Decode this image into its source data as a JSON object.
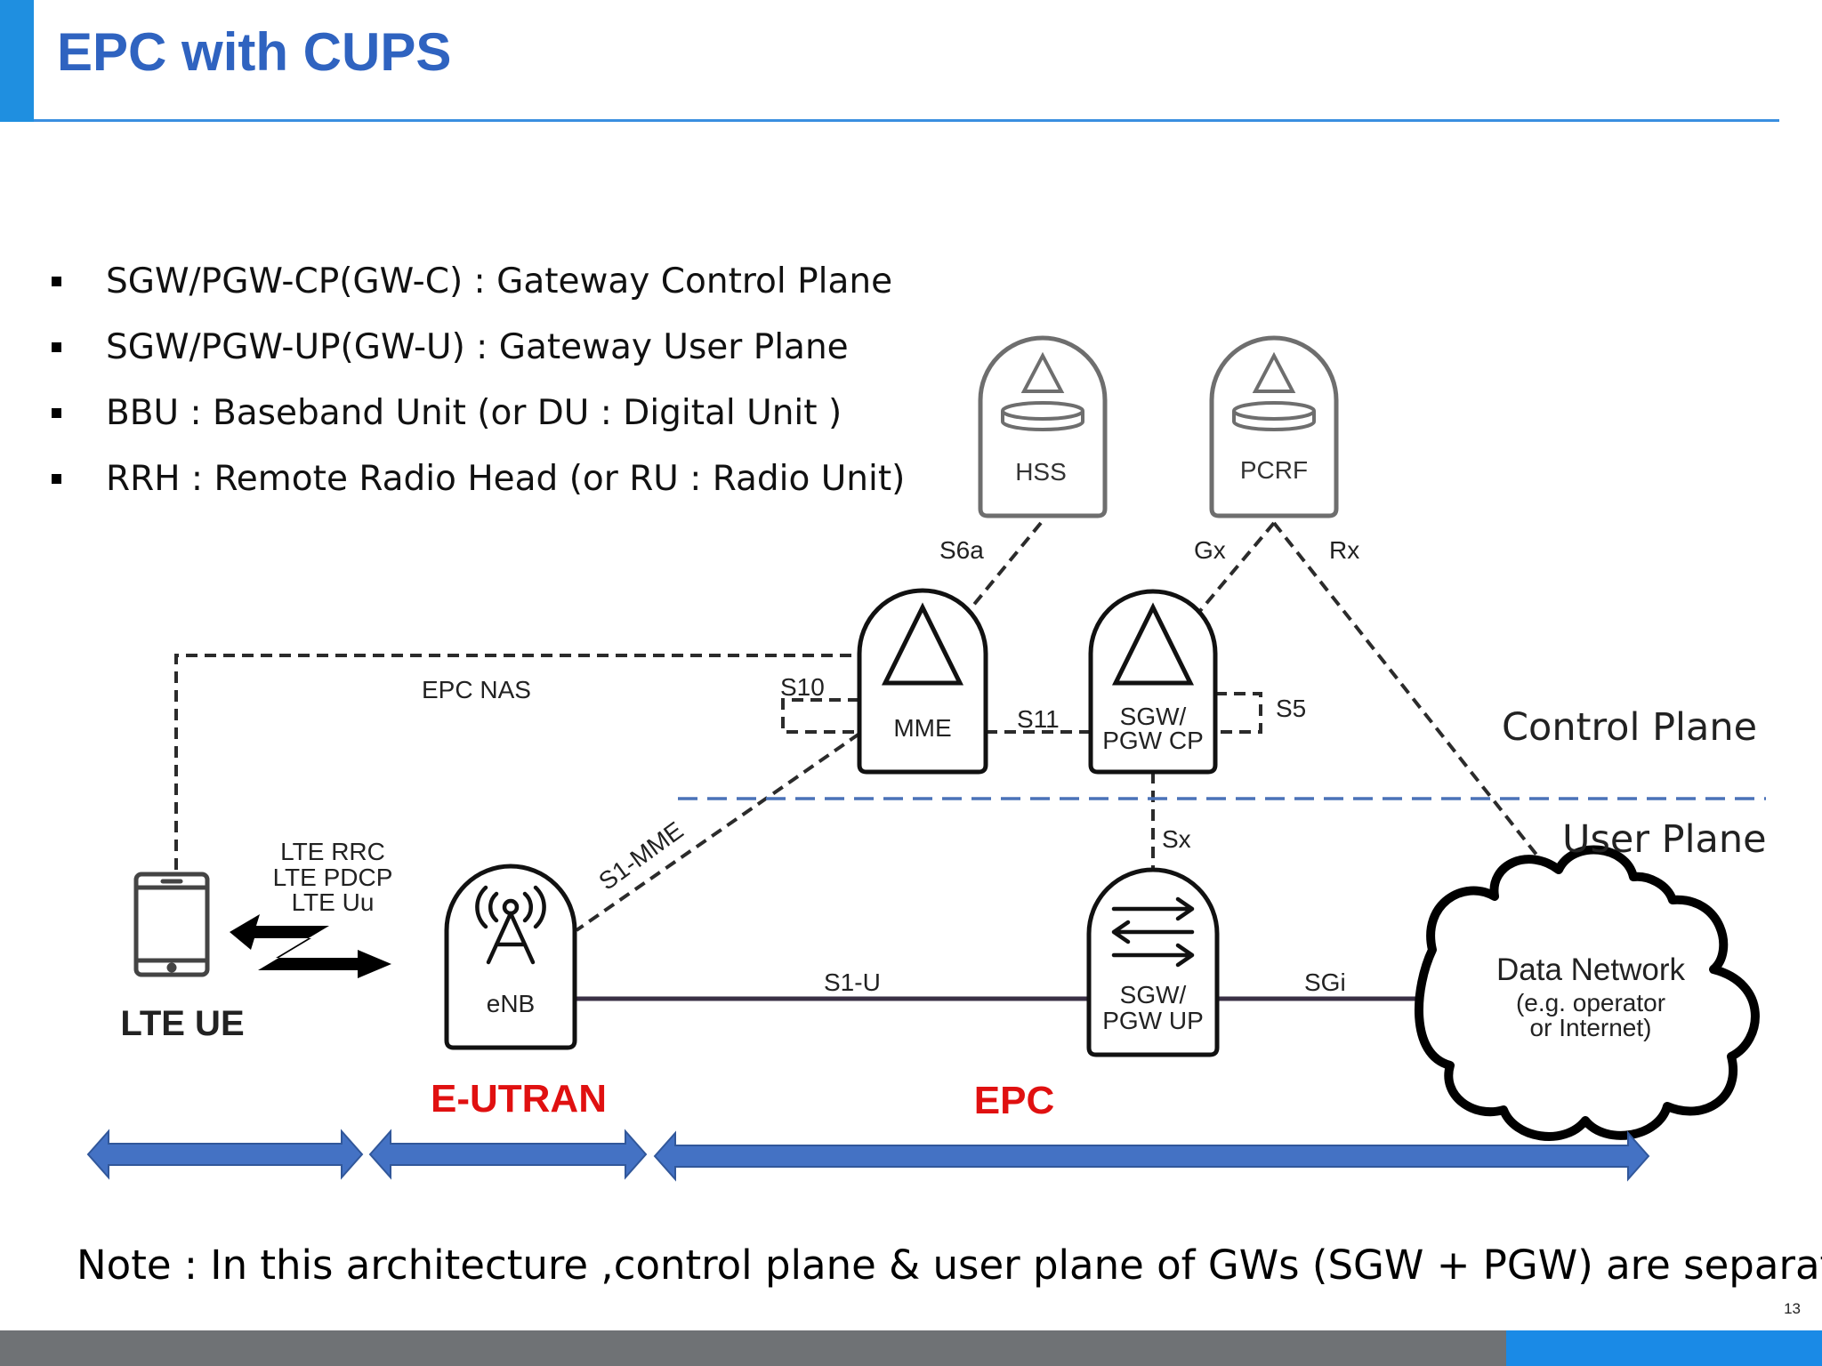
{
  "slide": {
    "title": "EPC with CUPS",
    "page_number": "13",
    "note": "Note : In this architecture ,control plane  & user plane of GWs (SGW + PGW) are  separated ."
  },
  "bullets": [
    "SGW/PGW-CP(GW-C) : Gateway Control Plane",
    "SGW/PGW-UP(GW-U) : Gateway User Plane",
    "BBU : Baseband  Unit (or DU : Digital Unit )",
    "RRH : Remote Radio Head (or RU : Radio Unit)"
  ],
  "nodes": {
    "hss": "HSS",
    "pcrf": "PCRF",
    "mme": "MME",
    "sgw_cp": [
      "SGW/",
      "PGW CP"
    ],
    "sgw_up": [
      "SGW/",
      "PGW UP"
    ],
    "enb": "eNB",
    "ue": "LTE UE",
    "data_network": [
      "Data Network",
      "(e.g. operator",
      "or Internet)"
    ]
  },
  "interfaces": {
    "s6a": "S6a",
    "gx": "Gx",
    "rx": "Rx",
    "epc_nas": "EPC NAS",
    "s10": "S10",
    "s11": "S11",
    "s5": "S5",
    "sx": "Sx",
    "s1_mme": "S1-MME",
    "s1_u": "S1-U",
    "sgi": "SGi",
    "radio": [
      "LTE RRC",
      "LTE PDCP",
      "LTE Uu"
    ]
  },
  "planes": {
    "control": "Control Plane",
    "user": "User Plane"
  },
  "domains": {
    "eutran": "E-UTRAN",
    "epc": "EPC"
  },
  "colors": {
    "title": "#2f63c0",
    "accent": "#1f8fe0",
    "domain_label": "#e01010",
    "range_arrow": "#4472c4",
    "plane_divider": "#4a72b8",
    "user_link": "#3a3045"
  }
}
